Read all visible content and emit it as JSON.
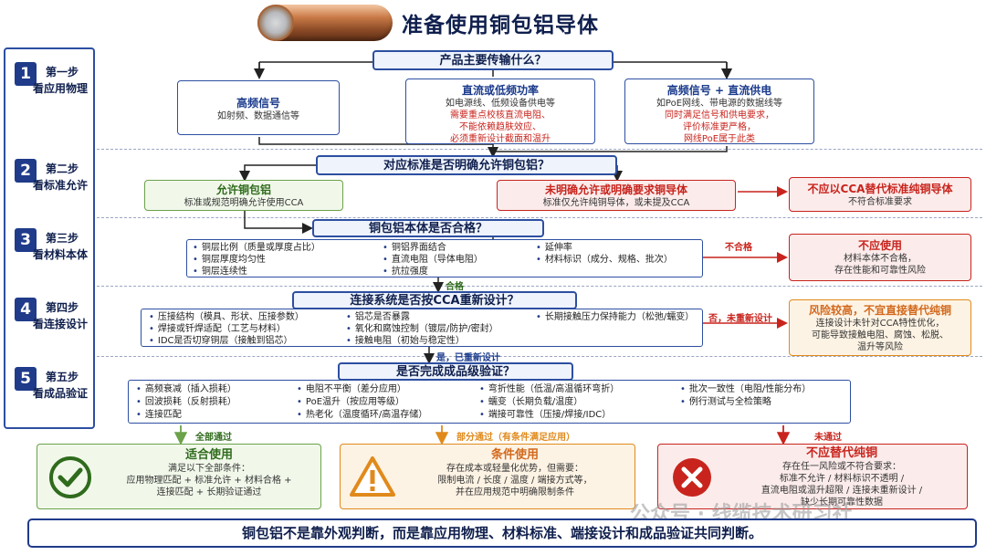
{
  "title": "准备使用铜包铝导体",
  "steps": [
    {
      "num": "1",
      "l1": "第一步",
      "l2": "看应用物理"
    },
    {
      "num": "2",
      "l1": "第二步",
      "l2": "看标准允许"
    },
    {
      "num": "3",
      "l1": "第三步",
      "l2": "看材料本体"
    },
    {
      "num": "4",
      "l1": "第四步",
      "l2": "看连接设计"
    },
    {
      "num": "5",
      "l1": "第五步",
      "l2": "看成品验证"
    }
  ],
  "s1": {
    "question": "产品主要传输什么？",
    "a": {
      "title": "高频信号",
      "text": "如射频、数据通信等"
    },
    "b": {
      "title": "直流或低频功率",
      "text": "如电源线、低频设备供电等",
      "warn": [
        "需要重点校核直流电阻、",
        "不能依赖趋肤效应、",
        "必须重新设计截面和温升"
      ]
    },
    "c": {
      "title": "高频信号 + 直流供电",
      "text": "如PoE网线、带电源的数据线等",
      "warn": [
        "同时满足信号和供电要求，",
        "评价标准更严格，",
        "网线PoE属于此类"
      ]
    }
  },
  "s2": {
    "question": "对应标准是否明确允许铜包铝？",
    "ok": {
      "title": "允许铜包铝",
      "text": "标准或规范明确允许使用CCA"
    },
    "no": {
      "title": "未明确允许或明确要求铜导体",
      "text": "标准仅允许纯铜导体，或未提及CCA"
    },
    "result": {
      "title": "不应以CCA替代标准纯铜导体",
      "text": "不符合标准要求"
    }
  },
  "s3": {
    "question": "铜包铝本体是否合格？",
    "items": [
      "铜层比例（质量或厚度占比）",
      "铜层厚度均匀性",
      "铜层连续性",
      "铜铝界面结合",
      "直流电阻（导体电阻）",
      "抗拉强度",
      "延伸率",
      "材料标识（成分、规格、批次）"
    ],
    "fail_label": "不合格",
    "pass_label": "合格",
    "result": {
      "title": "不应使用",
      "text": [
        "材料本体不合格，",
        "存在性能和可靠性风险"
      ]
    }
  },
  "s4": {
    "question": "连接系统是否按CCA重新设计？",
    "items": [
      "压接结构（模具、形状、压接参数）",
      "焊接或钎焊适配（工艺与材料）",
      "IDC是否切穿铜层（接触到铝芯）",
      "铝芯是否暴露",
      "氧化和腐蚀控制（镀层/防护/密封）",
      "接触电阻（初始与稳定性）",
      "长期接触压力保持能力（松弛/蠕变）"
    ],
    "fail_label": "否，未重新设计",
    "pass_label": "是，已重新设计",
    "result": {
      "title": "风险较高，不宜直接替代纯铜",
      "text": [
        "连接设计未针对CCA特性优化，",
        "可能导致接触电阻、腐蚀、松脱、",
        "温升等风险"
      ]
    }
  },
  "s5": {
    "question": "是否完成成品级验证？",
    "items": [
      "高频衰减（插入损耗）",
      "回波损耗（反射损耗）",
      "连接匹配",
      "电阻不平衡（差分应用）",
      "PoE温升（按应用等级）",
      "热老化（温度循环/高温存储）",
      "弯折性能（低温/高温循环弯折）",
      "蠕变（长期负载/温度）",
      "端接可靠性（压接/焊接/IDC）",
      "批次一致性（电阻/性能分布）",
      "例行测试与全检策略"
    ],
    "labels": {
      "all": "全部通过",
      "part": "部分通过（有条件满足应用）",
      "fail": "未通过"
    }
  },
  "outcomes": {
    "good": {
      "title": "适合使用",
      "text": [
        "满足以下全部条件：",
        "应用物理匹配 + 标准允许 + 材料合格 +",
        "连接匹配 + 长期验证通过"
      ]
    },
    "cond": {
      "title": "条件使用",
      "text": [
        "存在成本或轻量化优势，但需要：",
        "限制电流 / 长度 / 温度 / 端接方式等，",
        "并在应用规范中明确限制条件"
      ]
    },
    "bad": {
      "title": "不应替代纯铜",
      "text": [
        "存在任一风险或不符合要求：",
        "标准不允许 / 材料标识不透明 /",
        "直流电阻或温升超限 / 连接未重新设计 /",
        "缺少长期可靠性数据"
      ]
    }
  },
  "bottom": "铜包铝不是靠外观判断，而是靠应用物理、材料标准、端接设计和成品验证共同判断。",
  "watermark": "公众号 · 线缆技术研习社",
  "colors": {
    "blue": "#2d4fa1",
    "red": "#c8241d",
    "green": "#6ba24a",
    "orange": "#e08a1c"
  }
}
